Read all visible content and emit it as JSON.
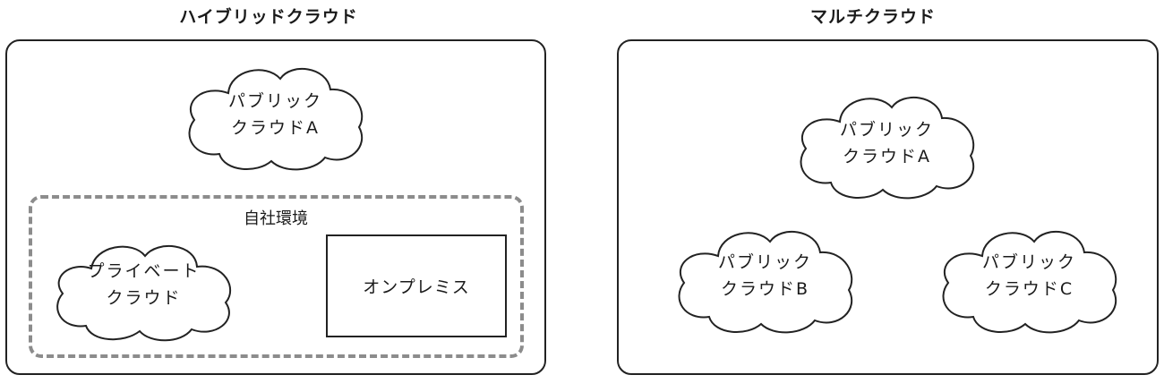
{
  "left": {
    "title": "ハイブリッドクラウド",
    "public_cloud": {
      "line1": "パブリック",
      "line2": "クラウドA"
    },
    "environment_label": "自社環境",
    "private_cloud": {
      "line1": "プライベート",
      "line2": "クラウド"
    },
    "onpremise_label": "オンプレミス"
  },
  "right": {
    "title": "マルチクラウド",
    "cloud_a": {
      "line1": "パブリック",
      "line2": "クラウドA"
    },
    "cloud_b": {
      "line1": "パブリック",
      "line2": "クラウドB"
    },
    "cloud_c": {
      "line1": "パブリック",
      "line2": "クラウドC"
    }
  }
}
